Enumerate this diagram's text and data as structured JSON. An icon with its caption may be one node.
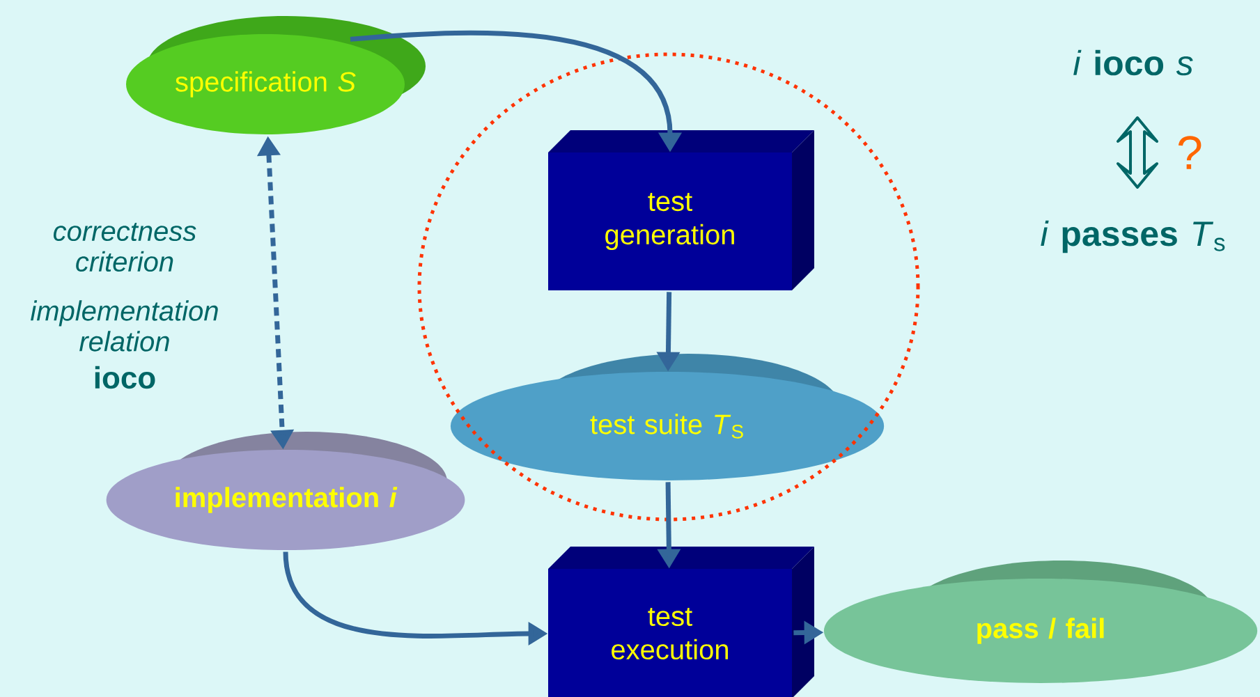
{
  "diagram": {
    "nodes": [
      {
        "text": [
          "specification *S*"
        ]
      },
      {
        "text": [
          "test generation"
        ]
      },
      {
        "text": [
          "test suite *T*$_{S}$"
        ]
      },
      {
        "text": [
          "implementation *i*"
        ]
      },
      {
        "text": [
          "test execution"
        ]
      },
      {
        "text": [
          "pass / fail"
        ]
      }
    ],
    "edges": [
      {
        "from": 0,
        "to": 1,
        "arrow": "to"
      },
      {
        "from": 1,
        "to": 2,
        "arrow": "to"
      },
      {
        "from": 2,
        "to": 4,
        "arrow": "to"
      },
      {
        "from": 3,
        "to": 4,
        "arrow": "to"
      },
      {
        "from": 4,
        "to": 5,
        "arrow": "to"
      },
      {
        "from": 0,
        "to": 3,
        "arrow": "both",
        "style": "dashed"
      }
    ],
    "labels": [
      "correctness criterion",
      "implementation relation",
      "ioco",
      "*i* **ioco** *s*",
      "?",
      "*i* **passes** *T*$_{s}$"
    ]
  }
}
